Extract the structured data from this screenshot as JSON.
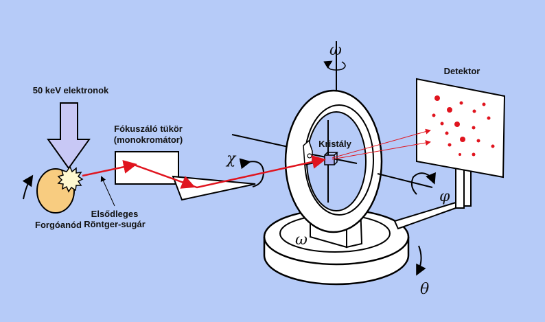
{
  "labels": {
    "electrons": "50 keV elektronok",
    "anode": "Forgóanód",
    "primary_beam_1": "Elsődleges",
    "primary_beam_2": "Röntger-sugár",
    "mirror_1": "Fókuszáló tükör",
    "mirror_2": "(monokromátor)",
    "crystal": "Kristály",
    "detector": "Detektor"
  },
  "angles": {
    "omega_top": "ω",
    "omega_base": "ω",
    "chi": "χ",
    "phi": "φ",
    "theta": "θ"
  },
  "colors": {
    "background": "#b6cbf8",
    "beam": "#e0141e",
    "anode": "#f8cc80",
    "electron_arrow": "#c8c8f5"
  }
}
